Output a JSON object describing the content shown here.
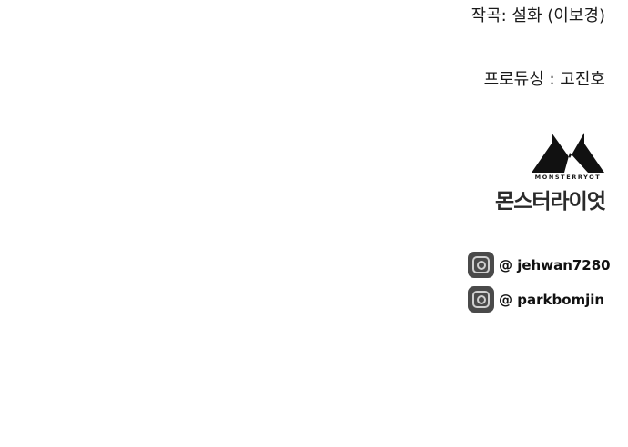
{
  "credits": {
    "writer": "작곡: 설화 (이보경)",
    "producer": "프로듀싱 : 고진호"
  },
  "logo": {
    "english": "MONSTERRYOT",
    "korean": "몬스터라이엇"
  },
  "social": [
    {
      "icon": "instagram-icon",
      "handle": "@ jehwan7280"
    },
    {
      "icon": "instagram-icon",
      "handle": "@ parkbomjin"
    }
  ]
}
